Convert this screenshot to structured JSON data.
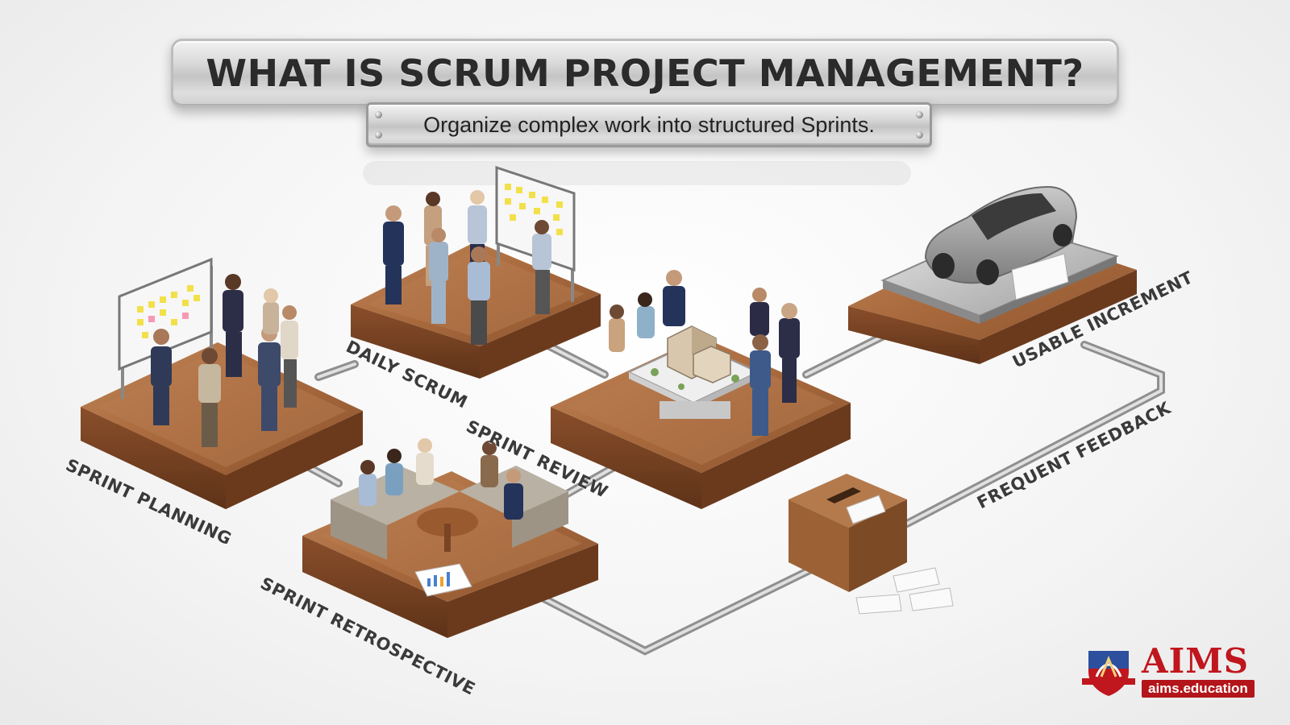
{
  "title": "WHAT IS SCRUM PROJECT MANAGEMENT?",
  "subtitle": "Organize complex work into structured Sprints.",
  "stages": {
    "sprint_planning": "SPRINT PLANNING",
    "daily_scrum": "DAILY SCRUM",
    "sprint_review": "SPRINT REVIEW",
    "sprint_retrospective": "SPRINT RETROSPECTIVE",
    "usable_increment": "USABLE INCREMENT",
    "frequent_feedback": "FREQUENT FEEDBACK"
  },
  "logo": {
    "name": "AIMS",
    "url": "aims.education"
  },
  "colors": {
    "wood": "#a86a3e",
    "wood_dark": "#7a4424",
    "pipe": "#b8b8b8",
    "logo_red": "#c0161d"
  }
}
